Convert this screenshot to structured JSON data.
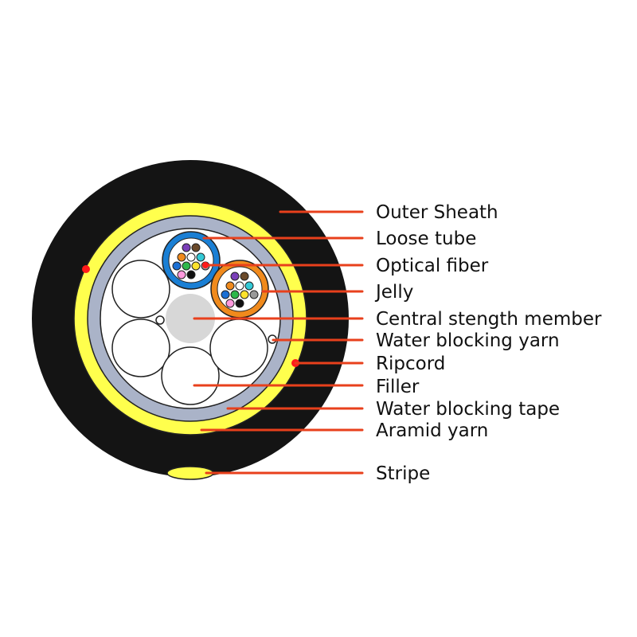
{
  "labels": [
    {
      "id": "outer-sheath",
      "text": "Outer Sheath"
    },
    {
      "id": "loose-tube",
      "text": "Loose tube"
    },
    {
      "id": "optical-fiber",
      "text": "Optical fiber"
    },
    {
      "id": "jelly",
      "text": "Jelly"
    },
    {
      "id": "central-strength-member",
      "text": "Central stength member"
    },
    {
      "id": "water-blocking-yarn",
      "text": "Water blocking yarn"
    },
    {
      "id": "ripcord",
      "text": "Ripcord"
    },
    {
      "id": "filler",
      "text": "Filler"
    },
    {
      "id": "water-blocking-tape",
      "text": "Water blocking tape"
    },
    {
      "id": "aramid-yarn",
      "text": "Aramid yarn"
    },
    {
      "id": "stripe",
      "text": "Stripe"
    }
  ],
  "colors": {
    "outer_sheath": "#141414",
    "aramid_yarn": "#ffff4d",
    "water_blocking_tape": "#aab3c8",
    "core": "#ffffff",
    "central_member": "#d7d7d7",
    "loose_tube_blue": "#1a7fd4",
    "loose_tube_orange": "#f08a1c",
    "leader_line": "#e8401c",
    "marker_dot": "#ff1a1a",
    "stripe": "#ffff4d"
  },
  "fiber_colors": [
    "#7a3fb8",
    "#6b4a2a",
    "#f08a1c",
    "#ffffff",
    "#33c9d6",
    "#1a6fd4",
    "#2db84a",
    "#ffe22d",
    "#999999",
    "#ff99dd",
    "#111111"
  ]
}
